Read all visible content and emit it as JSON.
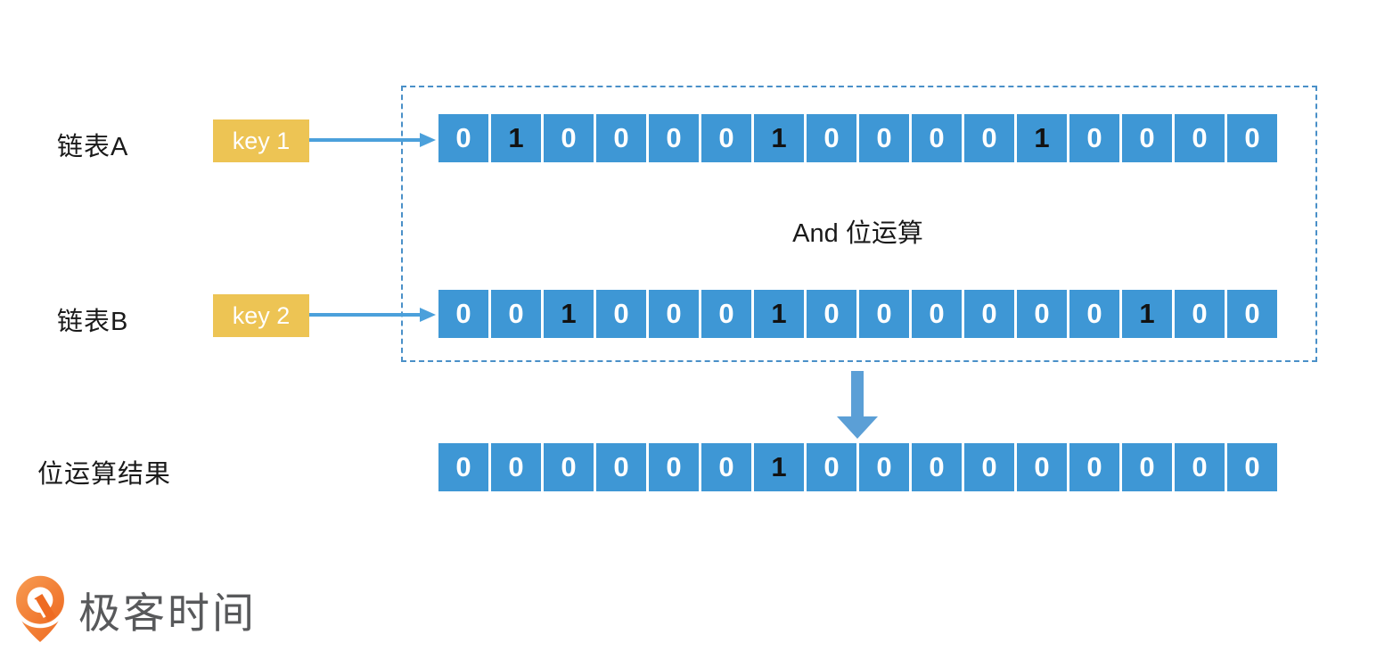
{
  "diagram": {
    "operation_label": "And 位运算",
    "rows": [
      {
        "label": "链表A",
        "key_label": "key 1",
        "bits": [
          0,
          1,
          0,
          0,
          0,
          0,
          1,
          0,
          0,
          0,
          0,
          1,
          0,
          0,
          0,
          0
        ]
      },
      {
        "label": "链表B",
        "key_label": "key 2",
        "bits": [
          0,
          0,
          1,
          0,
          0,
          0,
          1,
          0,
          0,
          0,
          0,
          0,
          0,
          1,
          0,
          0
        ]
      },
      {
        "label": "位运算结果",
        "bits": [
          0,
          0,
          0,
          0,
          0,
          0,
          1,
          0,
          0,
          0,
          0,
          0,
          0,
          0,
          0,
          0
        ]
      }
    ],
    "colors": {
      "cell_blue": "#3e97d5",
      "key_yellow": "#edc454",
      "arrow_blue": "#4ba0db",
      "down_arrow_blue": "#5b9fd6",
      "dashed_border_blue": "#4a90c8",
      "bit_one_text": "#121212",
      "bit_zero_text": "#ffffff"
    }
  },
  "footer": {
    "logo_text": "极客时间",
    "logo_orange": "#f0772b",
    "logo_text_color": "#58595b"
  }
}
